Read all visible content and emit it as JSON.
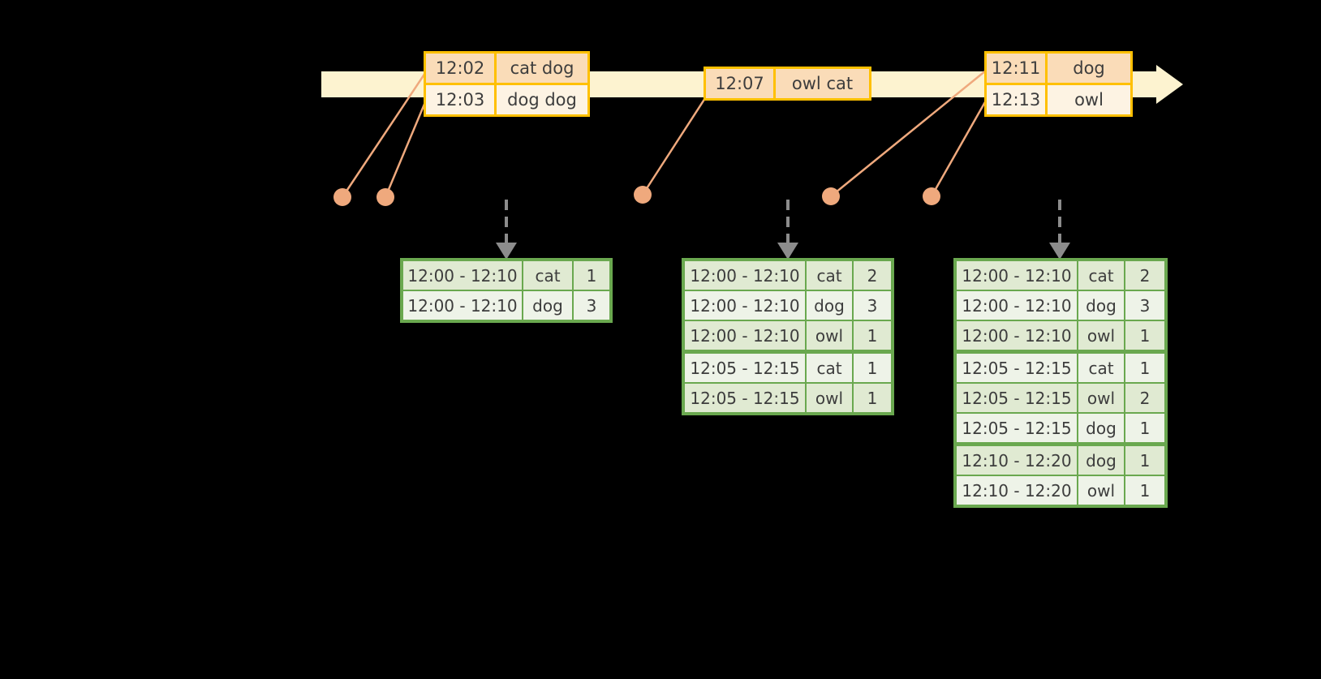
{
  "colors": {
    "background": "#000000",
    "timeline_fill": "#fdf3d0",
    "event_border": "#ffc000",
    "event_row_dark": "#fadcb8",
    "event_row_light": "#fdf3e3",
    "connector": "#efa97d",
    "dashed_arrow": "#8c8c8c",
    "result_border": "#6aa84f",
    "result_row_dark": "#e0ead2",
    "result_row_light": "#eef3e8",
    "text": "#3d3d3d"
  },
  "event_tables": [
    {
      "rows": [
        [
          "12:02",
          "cat dog"
        ],
        [
          "12:03",
          "dog dog"
        ]
      ]
    },
    {
      "rows": [
        [
          "12:07",
          "owl cat"
        ]
      ]
    },
    {
      "rows": [
        [
          "12:11",
          "dog"
        ],
        [
          "12:13",
          "owl"
        ]
      ]
    }
  ],
  "result_tables": [
    {
      "rows": [
        [
          "12:00 - 12:10",
          "cat",
          "1"
        ],
        [
          "12:00 - 12:10",
          "dog",
          "3"
        ]
      ]
    },
    {
      "rows": [
        [
          "12:00 - 12:10",
          "cat",
          "2"
        ],
        [
          "12:00 - 12:10",
          "dog",
          "3"
        ],
        [
          "12:00 - 12:10",
          "owl",
          "1"
        ],
        [
          "12:05 - 12:15",
          "cat",
          "1"
        ],
        [
          "12:05 - 12:15",
          "owl",
          "1"
        ]
      ]
    },
    {
      "rows": [
        [
          "12:00 - 12:10",
          "cat",
          "2"
        ],
        [
          "12:00 - 12:10",
          "dog",
          "3"
        ],
        [
          "12:00 - 12:10",
          "owl",
          "1"
        ],
        [
          "12:05 - 12:15",
          "cat",
          "1"
        ],
        [
          "12:05 - 12:15",
          "owl",
          "2"
        ],
        [
          "12:05 - 12:15",
          "dog",
          "1"
        ],
        [
          "12:10 - 12:20",
          "dog",
          "1"
        ],
        [
          "12:10 - 12:20",
          "owl",
          "1"
        ]
      ]
    }
  ]
}
